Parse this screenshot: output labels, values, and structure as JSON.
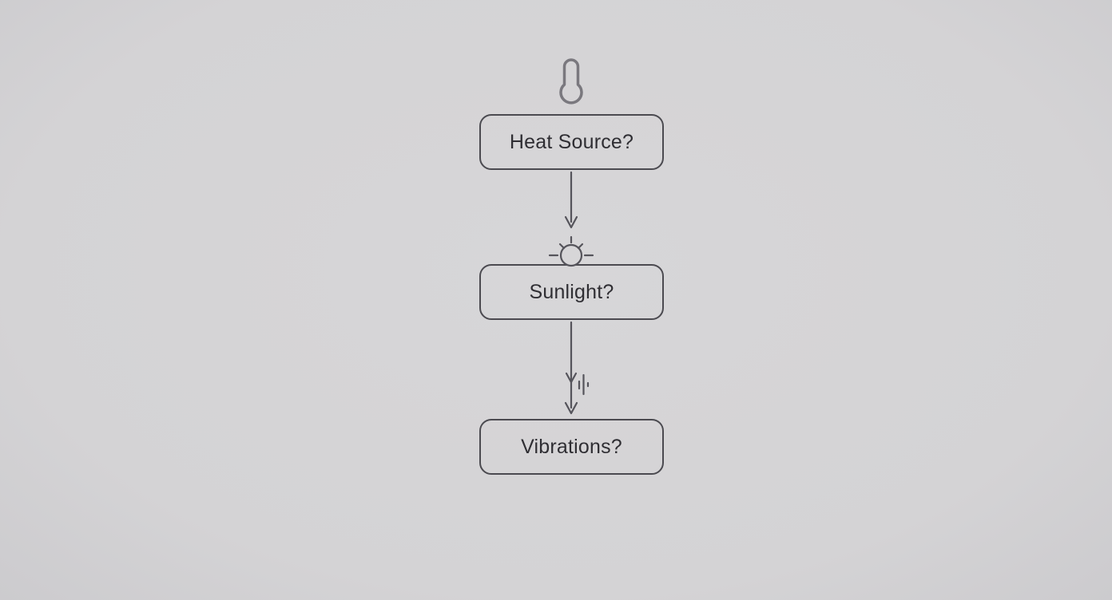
{
  "diagram": {
    "nodes": [
      {
        "id": "heat-source",
        "label": "Heat Source?",
        "icon": "thermometer-icon"
      },
      {
        "id": "sunlight",
        "label": "Sunlight?",
        "icon": "sun-icon"
      },
      {
        "id": "vibrations",
        "label": "Vibrations?",
        "icon": "vibration-icon"
      }
    ],
    "connectors": [
      {
        "from": "heat-source",
        "to": "sunlight"
      },
      {
        "from": "sunlight",
        "to": "vibrations"
      }
    ],
    "colors": {
      "bg": "#d7d6d8",
      "border": "#4b4a50",
      "text": "#2f2e33",
      "stroke": "#55545b",
      "icon": "#7a787e"
    }
  }
}
